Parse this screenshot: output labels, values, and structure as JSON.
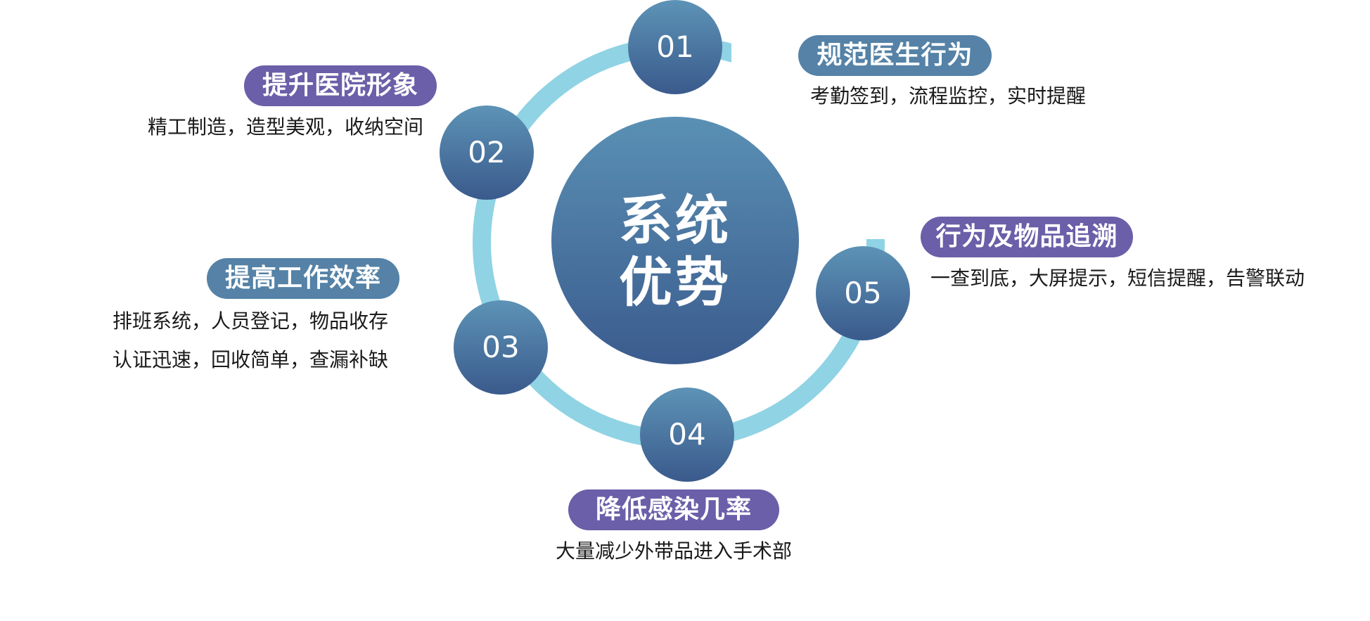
{
  "center": {
    "line1": "系统",
    "line2": "优势"
  },
  "items": [
    {
      "number": "01",
      "title": "规范医生行为",
      "desc": [
        "考勤签到，流程监控，实时提醒"
      ]
    },
    {
      "number": "02",
      "title": "提升医院形象",
      "desc": [
        "精工制造，造型美观，收纳空间"
      ]
    },
    {
      "number": "03",
      "title": "提高工作效率",
      "desc": [
        "排班系统，人员登记，物品收存",
        "认证迅速，回收简单，查漏补缺"
      ]
    },
    {
      "number": "04",
      "title": "降低感染几率",
      "desc": [
        "大量减少外带品进入手术部"
      ]
    },
    {
      "number": "05",
      "title": "行为及物品追溯",
      "desc": [
        "一查到底，大屏提示，短信提醒，告警联动"
      ]
    }
  ],
  "colors": {
    "ring": "#8fd3e4",
    "circle_top": "#5b8fb2",
    "circle_bottom": "#3a5b8e",
    "pill_purple": "#6a5fa8",
    "pill_blue": "#5582a6",
    "text": "#1a1a1a"
  }
}
